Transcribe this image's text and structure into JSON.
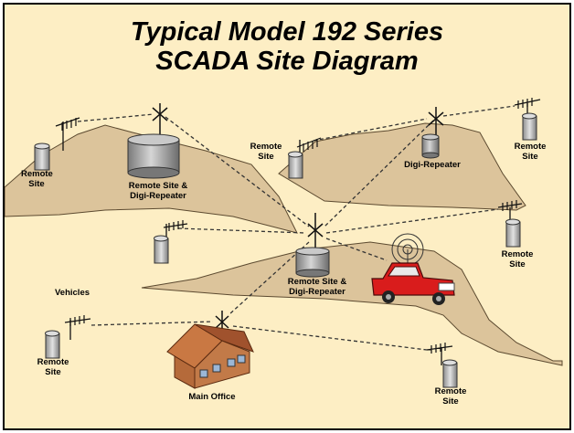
{
  "title": {
    "line1": "Typical Model 192 Series",
    "line2": "SCADA Site Diagram"
  },
  "labels": {
    "remote_site": "Remote\nSite",
    "remote_site_digi": "Remote Site &\nDigi-Repeater",
    "digi_repeater": "Digi-Repeater",
    "vehicles": "Vehicles",
    "main_office": "Main Office"
  },
  "colors": {
    "background": "#fdeec4",
    "hills": "#dcc49b",
    "radio_housing": "#b8b8b8",
    "truck": "#d91c1c",
    "office_roof": "#a0522d"
  }
}
